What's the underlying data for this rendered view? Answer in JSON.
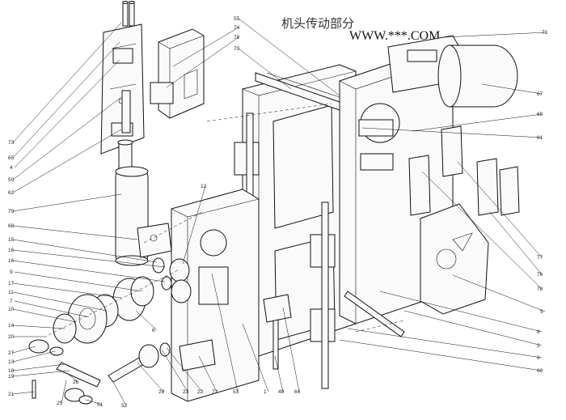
{
  "title": "机头传动部分",
  "watermark": "WWW.***.COM",
  "callouts": [
    {
      "id": "c-55",
      "text": "55"
    },
    {
      "id": "c-74",
      "text": "74"
    },
    {
      "id": "c-78a",
      "text": "78"
    },
    {
      "id": "c-70",
      "text": "70"
    },
    {
      "id": "c-71",
      "text": "71"
    },
    {
      "id": "c-67",
      "text": "67"
    },
    {
      "id": "c-69",
      "text": "69"
    },
    {
      "id": "c-61",
      "text": "61"
    },
    {
      "id": "c-77",
      "text": "77"
    },
    {
      "id": "c-76",
      "text": "76"
    },
    {
      "id": "c-78b",
      "text": "78"
    },
    {
      "id": "c-5",
      "text": "5"
    },
    {
      "id": "c-8",
      "text": "8"
    },
    {
      "id": "c-2",
      "text": "2"
    },
    {
      "id": "c-6r",
      "text": "6"
    },
    {
      "id": "c-60",
      "text": "60"
    },
    {
      "id": "c-73",
      "text": "73"
    },
    {
      "id": "c-65",
      "text": "65"
    },
    {
      "id": "c-4",
      "text": "4"
    },
    {
      "id": "c-50",
      "text": "50"
    },
    {
      "id": "c-62",
      "text": "62"
    },
    {
      "id": "c-79",
      "text": "79"
    },
    {
      "id": "c-68",
      "text": "68"
    },
    {
      "id": "c-12",
      "text": "12"
    },
    {
      "id": "c-15",
      "text": "15"
    },
    {
      "id": "c-16a",
      "text": "16"
    },
    {
      "id": "c-16b",
      "text": "16"
    },
    {
      "id": "c-9",
      "text": "9"
    },
    {
      "id": "c-17",
      "text": "17"
    },
    {
      "id": "c-11",
      "text": "11"
    },
    {
      "id": "c-7",
      "text": "7"
    },
    {
      "id": "c-10",
      "text": "10"
    },
    {
      "id": "c-14",
      "text": "14"
    },
    {
      "id": "c-20",
      "text": "20"
    },
    {
      "id": "c-27",
      "text": "27"
    },
    {
      "id": "c-13",
      "text": "13"
    },
    {
      "id": "c-18",
      "text": "18"
    },
    {
      "id": "c-19",
      "text": "19"
    },
    {
      "id": "c-21",
      "text": "21"
    },
    {
      "id": "c-26",
      "text": "26"
    },
    {
      "id": "c-25",
      "text": "25"
    },
    {
      "id": "c-51",
      "text": "51"
    },
    {
      "id": "c-52",
      "text": "52"
    },
    {
      "id": "c-29",
      "text": "29"
    },
    {
      "id": "c-23",
      "text": "23"
    },
    {
      "id": "c-22",
      "text": "22"
    },
    {
      "id": "c-72",
      "text": "72"
    },
    {
      "id": "c-53",
      "text": "53"
    },
    {
      "id": "c-1",
      "text": "1"
    },
    {
      "id": "c-49",
      "text": "49"
    },
    {
      "id": "c-64",
      "text": "64"
    },
    {
      "id": "c-6m",
      "text": "6"
    }
  ]
}
